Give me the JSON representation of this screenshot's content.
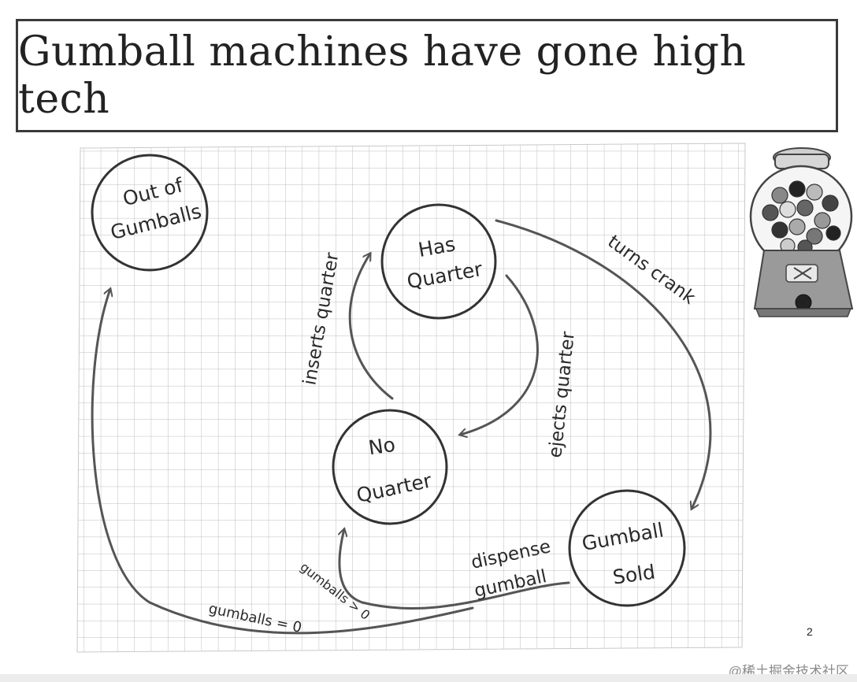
{
  "slide": {
    "title": "Gumball machines have gone high tech",
    "page_number": "2",
    "watermark": "@稀土掘金技术社区"
  },
  "states": {
    "out_of_gumballs": [
      "Out of",
      "Gumballs"
    ],
    "has_quarter": [
      "Has",
      "Quarter"
    ],
    "no_quarter": [
      "No",
      "Quarter"
    ],
    "gumball_sold": [
      "Gumball",
      "Sold"
    ]
  },
  "transitions": {
    "inserts_quarter": "inserts quarter",
    "ejects_quarter": "ejects quarter",
    "turns_crank": "turns crank",
    "dispense_gumball": [
      "dispense",
      "gumball"
    ],
    "gumballs_gt_0": "gumballs > 0",
    "gumballs_eq_0": "gumballs = 0"
  },
  "icons": [
    "gumball-machine-icon"
  ]
}
